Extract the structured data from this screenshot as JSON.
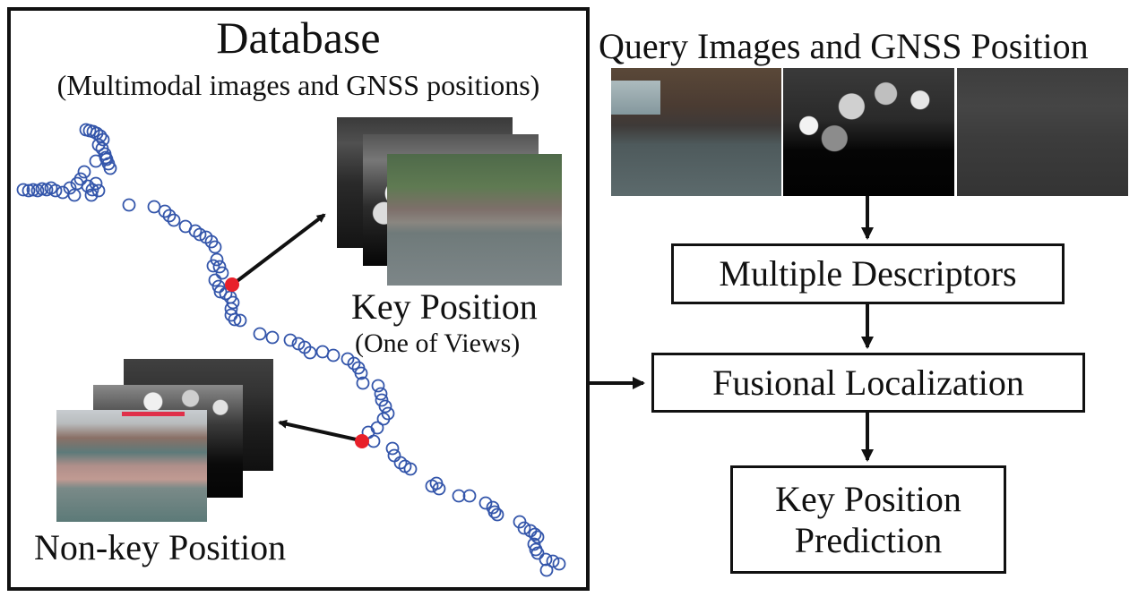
{
  "database": {
    "title": "Database",
    "subtitle": "(Multimodal images and GNSS positions)",
    "key_position": {
      "label": "Key Position",
      "sublabel": "(One of Views)",
      "views": [
        "infrared view",
        "depth view",
        "rgb view"
      ]
    },
    "non_key_position": {
      "label": "Non-key Position",
      "views": [
        "infrared view",
        "depth view",
        "rgb view"
      ]
    },
    "trajectory_marker_color": "#3355aa",
    "highlight_marker_color": "#e8202a"
  },
  "query": {
    "title": "Query Images and GNSS Position",
    "images": [
      "rgb query image",
      "depth query image",
      "infrared query image"
    ]
  },
  "pipeline": {
    "steps": [
      {
        "label": "Multiple Descriptors"
      },
      {
        "label": "Fusional Localization"
      },
      {
        "label_line1": "Key Position",
        "label_line2": "Prediction"
      }
    ]
  }
}
